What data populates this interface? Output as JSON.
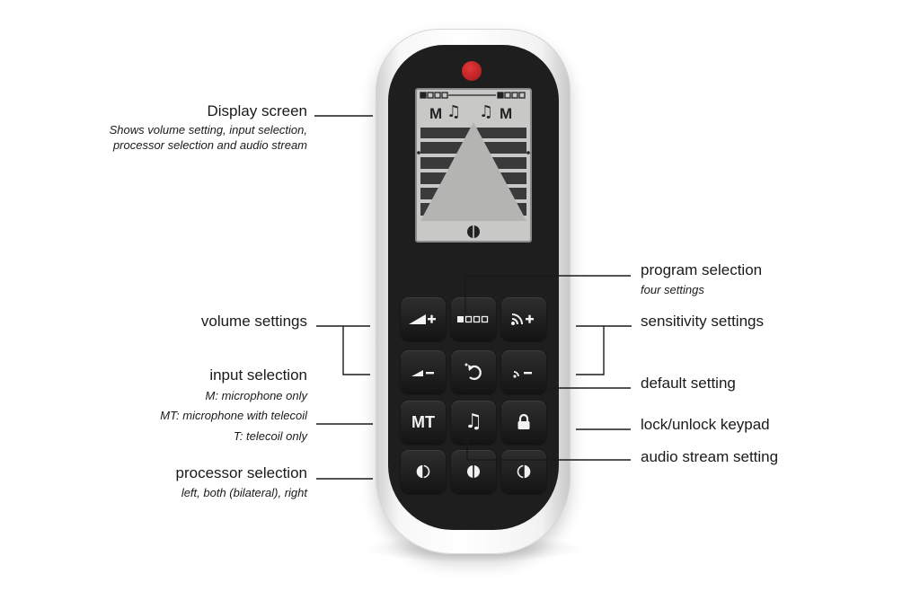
{
  "labels": {
    "display_screen": {
      "title": "Display screen",
      "line1": "Shows volume setting, input selection,",
      "line2": "processor selection and audio stream"
    },
    "volume_settings": {
      "title": "volume settings"
    },
    "input_selection": {
      "title": "input selection",
      "line1": "M: microphone only",
      "line2": "MT: microphone with telecoil",
      "line3": "T: telecoil only"
    },
    "processor_selection": {
      "title": "processor selection",
      "line1": "left, both (bilateral), right"
    },
    "program_selection": {
      "title": "program selection",
      "line1": "four settings"
    },
    "sensitivity_settings": {
      "title": "sensitivity settings"
    },
    "default_setting": {
      "title": "default setting"
    },
    "lock_keypad": {
      "title": "lock/unlock keypad"
    },
    "audio_stream": {
      "title": "audio stream setting"
    }
  },
  "lcd": {
    "left_mode": "M",
    "right_mode": "M",
    "left_note": "♫",
    "right_note": "♫"
  },
  "buttons": {
    "mt": "MT",
    "music": "♫",
    "program": "■□□□"
  },
  "colors": {
    "logo": "#c4252a",
    "lcd_background": "#c8c8c6",
    "keypad": "#1e1e1e"
  }
}
